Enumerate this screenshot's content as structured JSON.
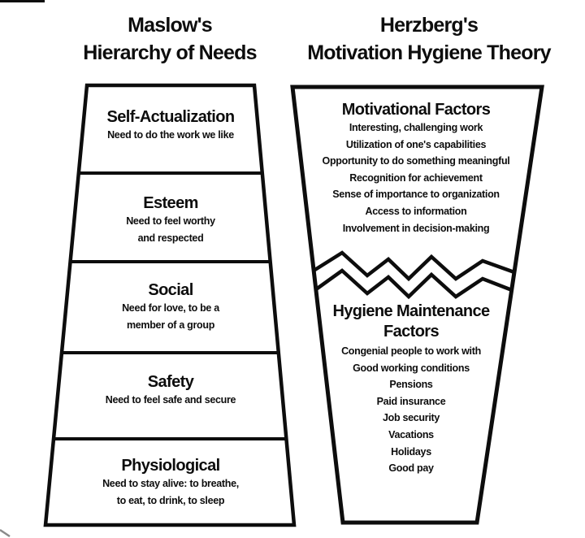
{
  "colors": {
    "ink": "#0d0d0d",
    "background": "#ffffff"
  },
  "maslow": {
    "title_line1": "Maslow's",
    "title_line2": "Hierarchy of Needs",
    "levels": [
      {
        "name": "Self-Actualization",
        "lines": [
          "Need to do the work we like"
        ]
      },
      {
        "name": "Esteem",
        "lines": [
          "Need to feel worthy",
          "and respected"
        ]
      },
      {
        "name": "Social",
        "lines": [
          "Need for love, to be a",
          "member of a group"
        ]
      },
      {
        "name": "Safety",
        "lines": [
          "Need to feel safe and secure"
        ]
      },
      {
        "name": "Physiological",
        "lines": [
          "Need to stay alive: to breathe,",
          "to eat, to drink, to sleep"
        ]
      }
    ]
  },
  "herzberg": {
    "title_line1": "Herzberg's",
    "title_line2": "Motivation Hygiene Theory",
    "motivational": {
      "heading": "Motivational Factors",
      "items": [
        "Interesting, challenging work",
        "Utilization of one's capabilities",
        "Opportunity to do something meaningful",
        "Recognition for achievement",
        "Sense of importance to organization",
        "Access to information",
        "Involvement in decision-making"
      ]
    },
    "hygiene": {
      "heading_line1": "Hygiene Maintenance",
      "heading_line2": "Factors",
      "items": [
        "Congenial people to work with",
        "Good working conditions",
        "Pensions",
        "Paid insurance",
        "Job security",
        "Vacations",
        "Holidays",
        "Good pay"
      ]
    }
  }
}
